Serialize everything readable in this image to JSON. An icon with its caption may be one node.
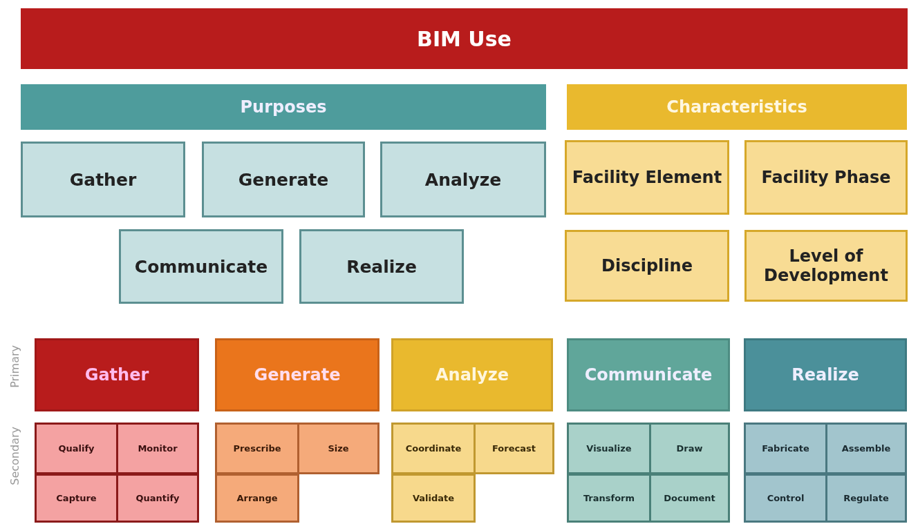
{
  "diagram": {
    "nodes": [
      {
        "text": [
          "BIM Use"
        ]
      },
      {
        "text": [
          "Purposes"
        ]
      },
      {
        "text": [
          "Characteristics"
        ]
      },
      {
        "text": [
          "Gather"
        ]
      },
      {
        "text": [
          "Generate"
        ]
      },
      {
        "text": [
          "Analyze"
        ]
      },
      {
        "text": [
          "Communicate"
        ]
      },
      {
        "text": [
          "Realize"
        ]
      },
      {
        "text": [
          "Facility Element"
        ]
      },
      {
        "text": [
          "Facility Phase"
        ]
      },
      {
        "text": [
          "Discipline"
        ]
      },
      {
        "text": [
          "Level of Development"
        ]
      },
      {
        "text": [
          "Gather"
        ]
      },
      {
        "text": [
          "Generate"
        ]
      },
      {
        "text": [
          "Analyze"
        ]
      },
      {
        "text": [
          "Communicate"
        ]
      },
      {
        "text": [
          "Realize"
        ]
      },
      {
        "text": [
          "Qualify"
        ]
      },
      {
        "text": [
          "Monitor"
        ]
      },
      {
        "text": [
          "Prescribe"
        ]
      },
      {
        "text": [
          "Size"
        ]
      },
      {
        "text": [
          "Coordinate"
        ]
      },
      {
        "text": [
          "Forecast"
        ]
      },
      {
        "text": [
          "Visualize"
        ]
      },
      {
        "text": [
          "Draw"
        ]
      },
      {
        "text": [
          "Fabricate"
        ]
      },
      {
        "text": [
          "Assemble"
        ]
      },
      {
        "text": [
          "Capture"
        ]
      },
      {
        "text": [
          "Quantify"
        ]
      },
      {
        "text": [
          "Arrange"
        ]
      },
      {
        "text": [
          "Validate"
        ]
      },
      {
        "text": [
          "Transform"
        ]
      },
      {
        "text": [
          "Document"
        ]
      },
      {
        "text": [
          "Control"
        ]
      },
      {
        "text": [
          "Regulate"
        ]
      }
    ],
    "labels": [
      "Primary",
      "Secondary"
    ]
  }
}
